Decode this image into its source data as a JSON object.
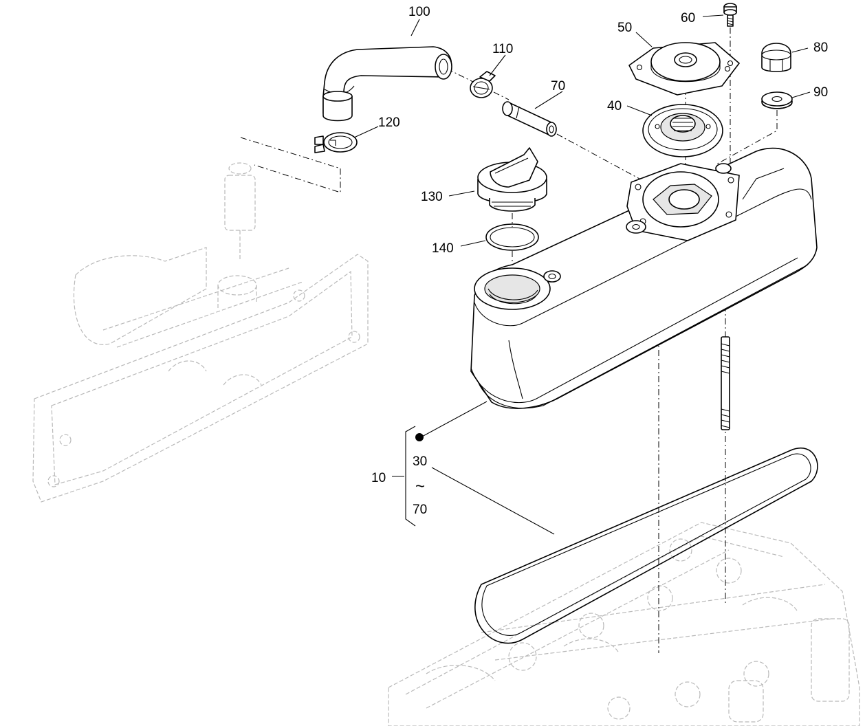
{
  "callouts": {
    "c100": "100",
    "c110": "110",
    "c70": "70",
    "c120": "120",
    "c60": "60",
    "c50": "50",
    "c80": "80",
    "c90": "90",
    "c40": "40",
    "c130": "130",
    "c140": "140",
    "c10": "10",
    "range_start": "30",
    "range_sep": "~",
    "range_end": "70"
  }
}
